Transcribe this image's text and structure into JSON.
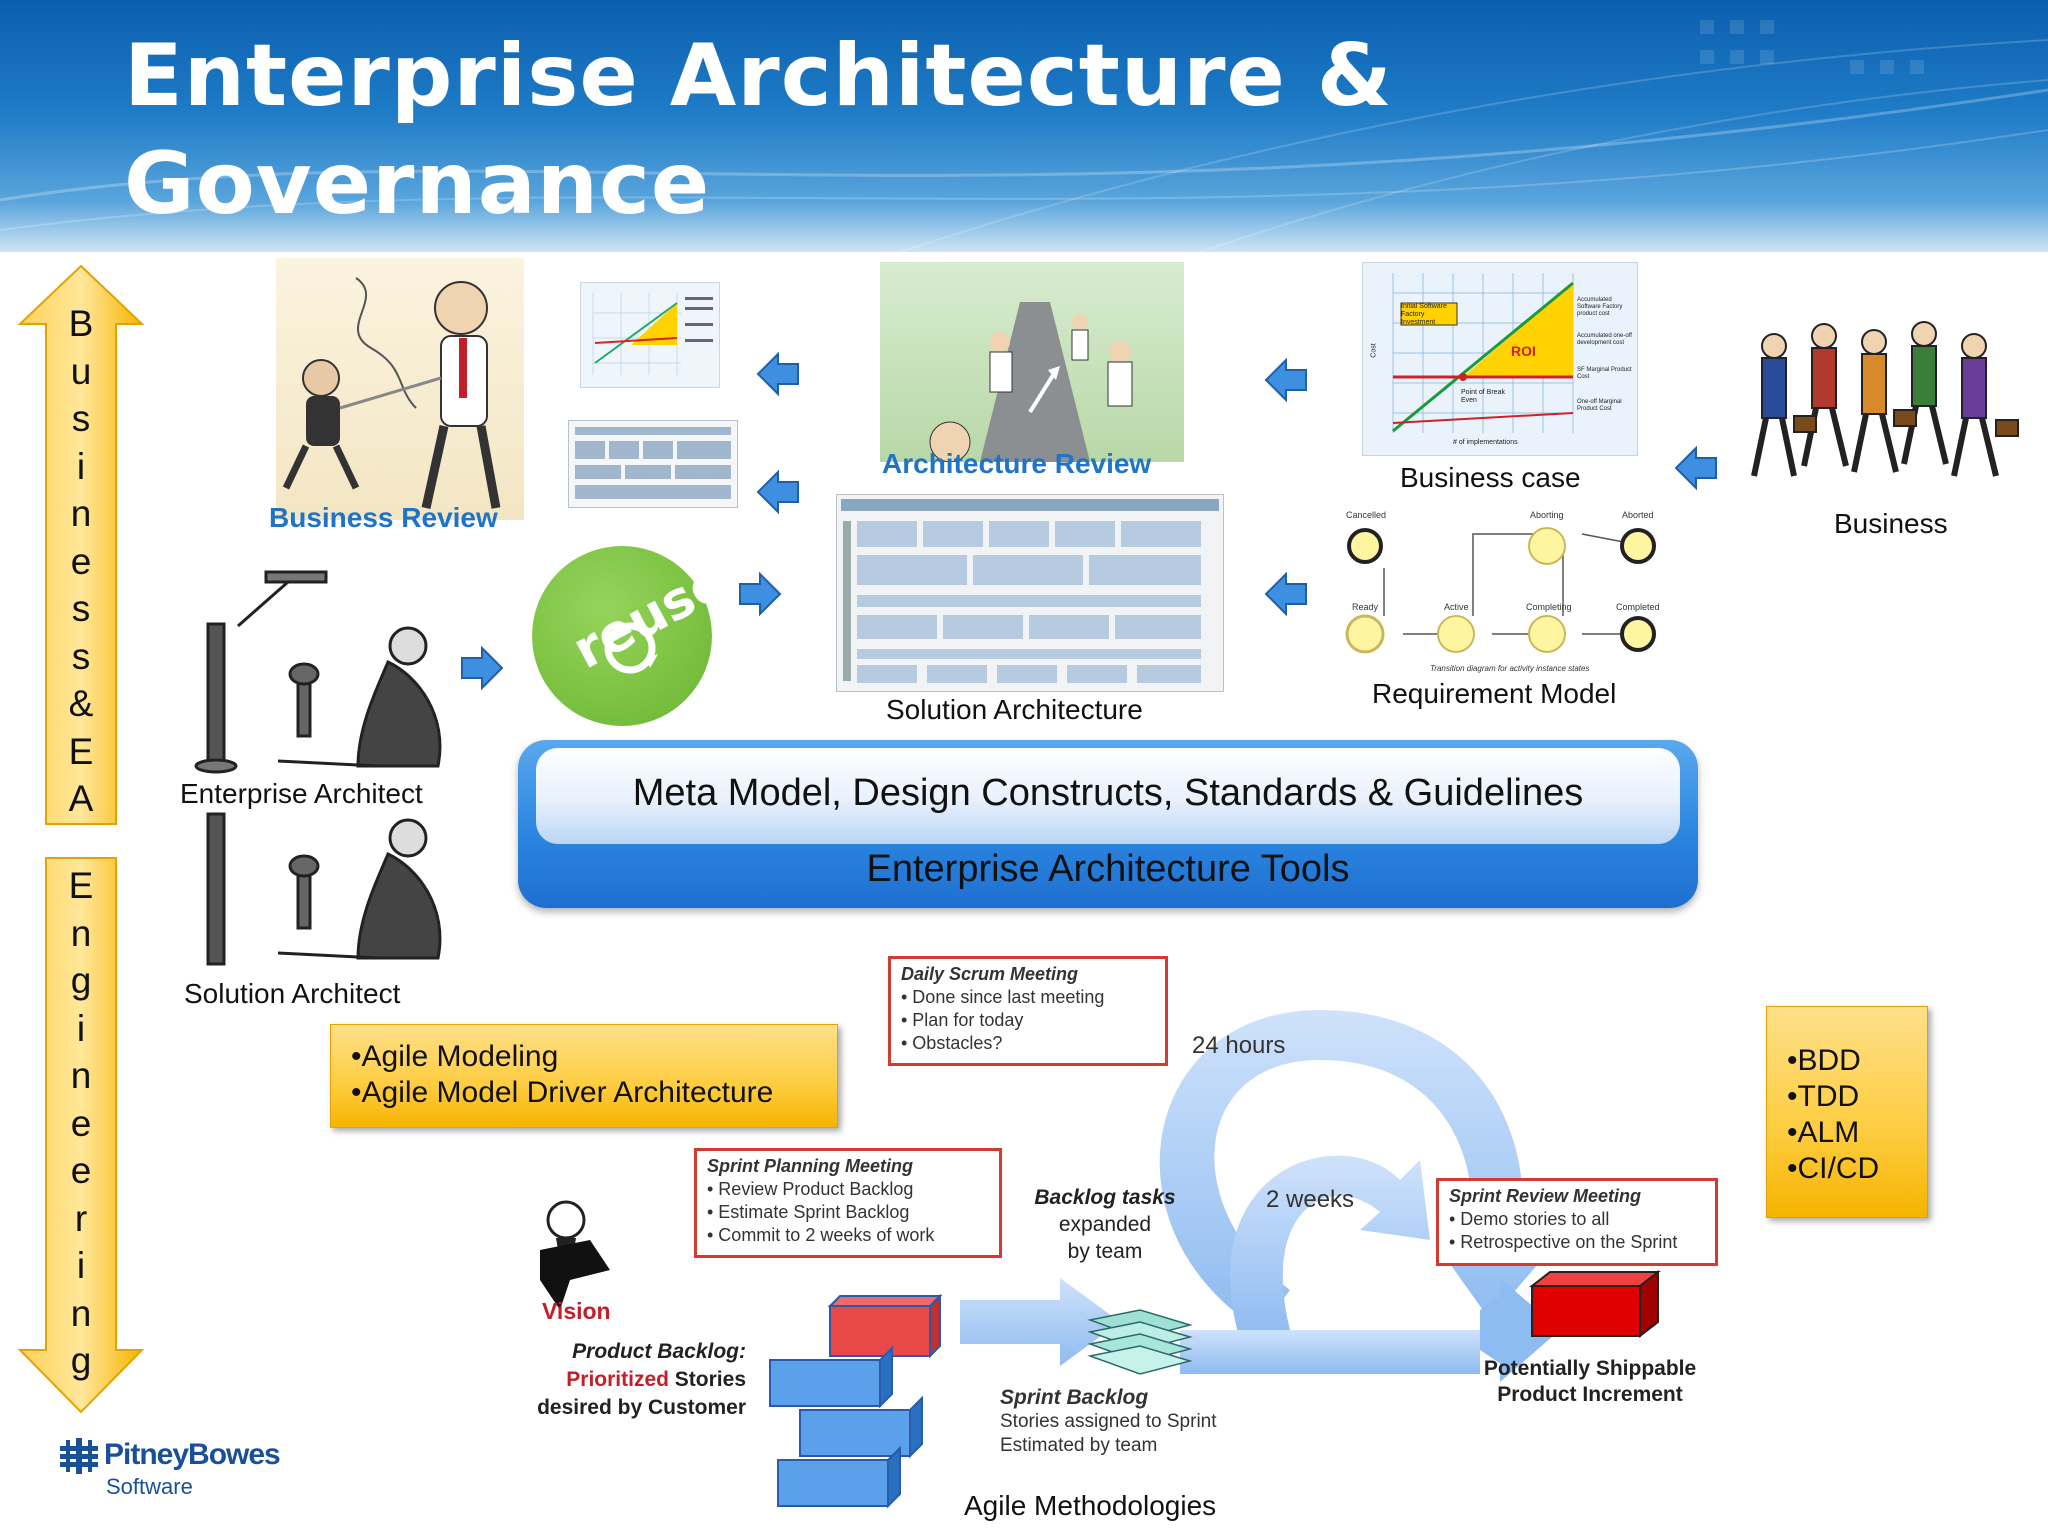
{
  "title_line1": "Enterprise Architecture &",
  "title_line2": "Governance",
  "left_bar_top_letters": [
    "B",
    "u",
    "s",
    "i",
    "n",
    "e",
    "s",
    "s",
    "&",
    "E",
    "A"
  ],
  "left_bar_bottom_letters": [
    "E",
    "n",
    "g",
    "i",
    "n",
    "e",
    "e",
    "r",
    "i",
    "n",
    "g"
  ],
  "captions": {
    "business_review": "Business  Review",
    "architecture_review": "Architecture Review",
    "business_case": "Business case",
    "business": "Business",
    "requirement_model": "Requirement Model",
    "solution_architecture": "Solution Architecture",
    "enterprise_architect": "Enterprise Architect",
    "solution_architect": "Solution Architect",
    "agile_methodologies": "Agile Methodologies"
  },
  "reuse_label": "reuse",
  "tools": {
    "inner": "Meta Model, Design Constructs, Standards & Guidelines",
    "outer": "Enterprise Architecture Tools"
  },
  "agile_box": [
    "•Agile Modeling",
    "•Agile Model Driver Architecture"
  ],
  "practices_box": [
    "•BDD",
    "•TDD",
    "•ALM",
    "•CI/CD"
  ],
  "roi_chart": {
    "roi_label": "ROI",
    "initial_label": "Initial Software Factory Investment",
    "break_even": "Point of Break Even",
    "x_axis": "# of implementations",
    "y_axis": "Cost",
    "legend": [
      "Accumulated Software Factory product cost",
      "Accumulated one-off development cost",
      "SF Marginal Product Cost",
      "One-off Marginal Product Cost"
    ]
  },
  "state_diagram": {
    "states": [
      "Cancelled",
      "Aborting",
      "Aborted",
      "Ready",
      "Active",
      "Completing",
      "Completed"
    ],
    "caption": "Transition diagram for activity instance states"
  },
  "scrum": {
    "daily_title": "Daily Scrum Meeting",
    "daily_items": [
      "• Done since last meeting",
      "• Plan for today",
      "• Obstacles?"
    ],
    "hours": "24 hours",
    "weeks": "2 weeks",
    "planning_title": "Sprint Planning Meeting",
    "planning_items": [
      "• Review Product Backlog",
      "• Estimate Sprint Backlog",
      "• Commit to 2 weeks of work"
    ],
    "backlog_tasks": [
      "Backlog tasks",
      "expanded",
      "by team"
    ],
    "review_title": "Sprint Review Meeting",
    "review_items": [
      "• Demo stories to all",
      "• Retrospective on the Sprint"
    ],
    "vision": "Vision",
    "product_backlog_1": "Product Backlog:",
    "prioritized": "Prioritized",
    "stories": " Stories",
    "desired": "desired by Customer",
    "sprint_backlog_title": "Sprint Backlog",
    "sprint_backlog_items": [
      "Stories assigned to Sprint",
      "Estimated by team"
    ],
    "increment": [
      "Potentially Shippable",
      "Product Increment"
    ]
  },
  "logo": {
    "name": "PitneyBowes",
    "sub": "Software"
  },
  "colors": {
    "header_blue": "#1f7cc7",
    "caption_blue": "#1e74c6",
    "orange_box": "#fdcc3e",
    "scrum_red": "#d23b30",
    "reuse_green": "#7dc243"
  }
}
